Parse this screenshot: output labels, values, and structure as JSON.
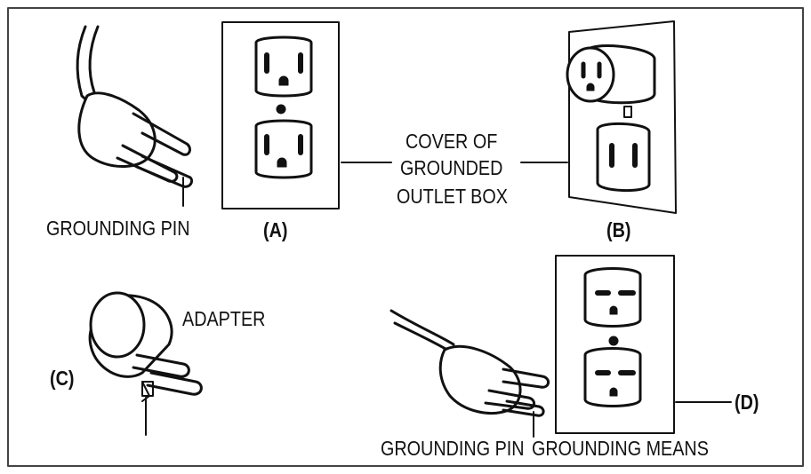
{
  "labels": {
    "grounding_pin_top": "GROUNDING PIN",
    "a": "(A)",
    "cover_line1": "COVER OF",
    "cover_line2": "GROUNDED",
    "cover_line3": "OUTLET BOX",
    "b": "(B)",
    "adapter": "ADAPTER",
    "c": "(C)",
    "d": "(D)",
    "grounding_pin_bottom": "GROUNDING PIN",
    "grounding_means": "GROUNDING MEANS"
  },
  "colors": {
    "ink": "#111111",
    "paper": "#ffffff",
    "frame": "#444444"
  }
}
